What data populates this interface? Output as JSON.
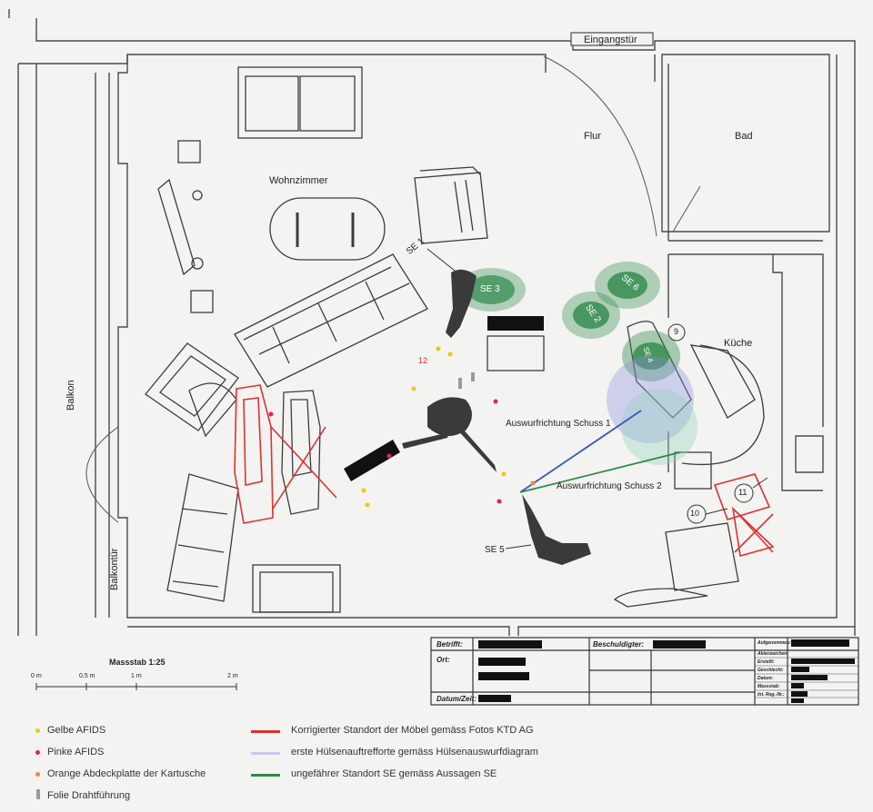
{
  "rooms": {
    "entrance": "Eingangstür",
    "hall": "Flur",
    "bath": "Bad",
    "living": "Wohnzimmer",
    "kitchen": "Küche",
    "balcony": "Balkon",
    "balcony_door": "Balkontür"
  },
  "markers": {
    "se1": "SE 1",
    "se2": "SE 2",
    "se3": "SE 3",
    "se4": "SE 4",
    "se5": "SE 5",
    "se6": "SE 6",
    "n9": "9",
    "n10": "10",
    "n11": "11",
    "n12": "12"
  },
  "annotations": {
    "shot1": "Auswurfrichtung Schuss 1",
    "shot2": "Auswurfrichtung Schuss 2"
  },
  "scale": {
    "title": "Massstab 1:25",
    "t0": "0 m",
    "t05": "0.5 m",
    "t1": "1 m",
    "t2": "2 m"
  },
  "title_block": {
    "betrifft": "Betrifft:",
    "ort": "Ort:",
    "datum": "Datum/Zeit:",
    "beschuldigter": "Beschuldigter:",
    "r1": "Aufgenommen:",
    "r2": "Aktenzeichen:",
    "r3": "Erstellt:",
    "r4": "Geschlecht:",
    "r5": "Datum:",
    "r6": "Massstab:",
    "r7": "Int. Reg.-Nr.:"
  },
  "legend": {
    "yellow": "Gelbe AFIDS",
    "pink": "Pinke AFIDS",
    "orange": "Orange Abdeckplatte der Kartusche",
    "grey": "Folie Drahtführung",
    "red": "Korrigierter Standort der Möbel gemäss Fotos KTD AG",
    "blue": "erste Hülsenauftrefforte gemäss Hülsenauswurfdiagram",
    "green": "ungefährer Standort SE gemäss Aussagen SE"
  },
  "colors": {
    "yellow": "#f2c414",
    "pink": "#e0245e",
    "orange": "#f08a3a",
    "grey": "#9a9a9a",
    "red": "#e03030",
    "blue": "#8a90e0",
    "green": "#2f8a4a",
    "line": "#333333"
  }
}
